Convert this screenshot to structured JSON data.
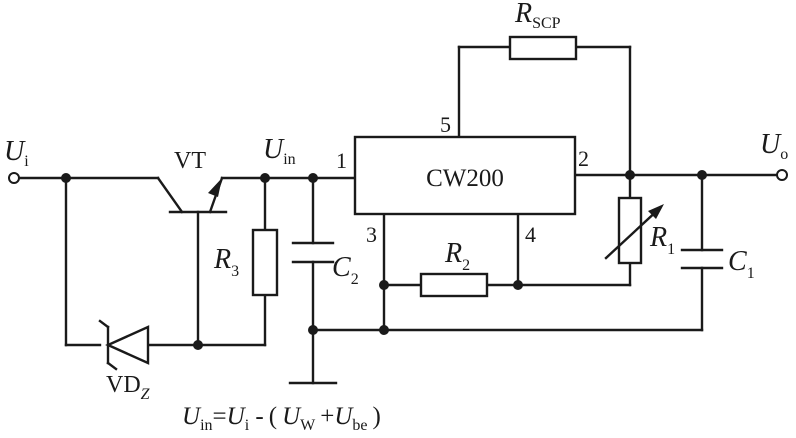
{
  "labels": {
    "ui": {
      "main": "U",
      "sub": "i"
    },
    "uin": {
      "main": "U",
      "sub": "in"
    },
    "uo": {
      "main": "U",
      "sub": "o"
    },
    "vt": "VT",
    "r3": {
      "main": "R",
      "sub": "3"
    },
    "c2": {
      "main": "C",
      "sub": "2"
    },
    "r2": {
      "main": "R",
      "sub": "2"
    },
    "r1": {
      "main": "R",
      "sub": "1"
    },
    "c1": {
      "main": "C",
      "sub": "1"
    },
    "rscp": {
      "main": "R",
      "sub": "SCP"
    },
    "vdz": {
      "main": "VD",
      "sub": "Z"
    },
    "ic": "CW200",
    "pins": [
      "1",
      "2",
      "3",
      "4",
      "5"
    ]
  },
  "equation": {
    "u1": "U",
    "in": "in",
    "eq": "=",
    "u2": "U",
    "i": "i",
    "mid": " - ( ",
    "u3": "U",
    "w": "W",
    "plus": " +",
    "u4": "U",
    "be": "be",
    "close": " )"
  },
  "icons": [
    "npn-transistor-icon",
    "zener-diode-icon",
    "variable-resistor-icon",
    "ground-icon"
  ],
  "colors": {
    "ink": "#1a1a1a",
    "background": "#ffffff"
  }
}
